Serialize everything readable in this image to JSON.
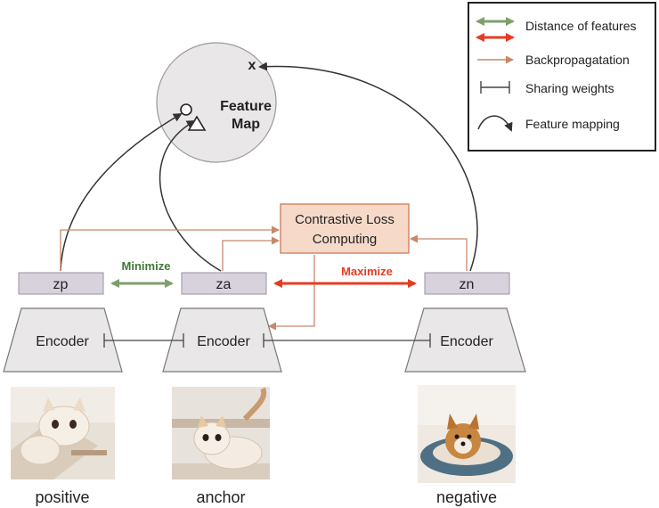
{
  "feature_map": {
    "label_line1": "Feature",
    "label_line2": "Map"
  },
  "loss_box": {
    "line1": "Contrastive Loss",
    "line2": "Computing"
  },
  "embeddings": {
    "zp": "zp",
    "za": "za",
    "zn": "zn"
  },
  "encoders": {
    "left": "Encoder",
    "middle": "Encoder",
    "right": "Encoder"
  },
  "relations": {
    "minimize": "Minimize",
    "maximize": "Maximize"
  },
  "images": {
    "positive": "positive",
    "anchor": "anchor",
    "negative": "negative"
  },
  "legend": {
    "distance": "Distance of features",
    "distance_red": "",
    "backprop": "Backpropagatation",
    "sharing": "Sharing weights",
    "mapping": "Feature mapping"
  },
  "colors": {
    "green": "#7f9f6d",
    "red": "#e43c22",
    "brown": "#c9876a",
    "dark": "#333333",
    "box_fill": "#d7d2db",
    "loss_fill": "#f7d9c9",
    "loss_stroke": "#cf8363",
    "circle_fill": "#e9e7e7",
    "minimize_text": "#3c7a33",
    "maximize_text": "#e43c22"
  }
}
